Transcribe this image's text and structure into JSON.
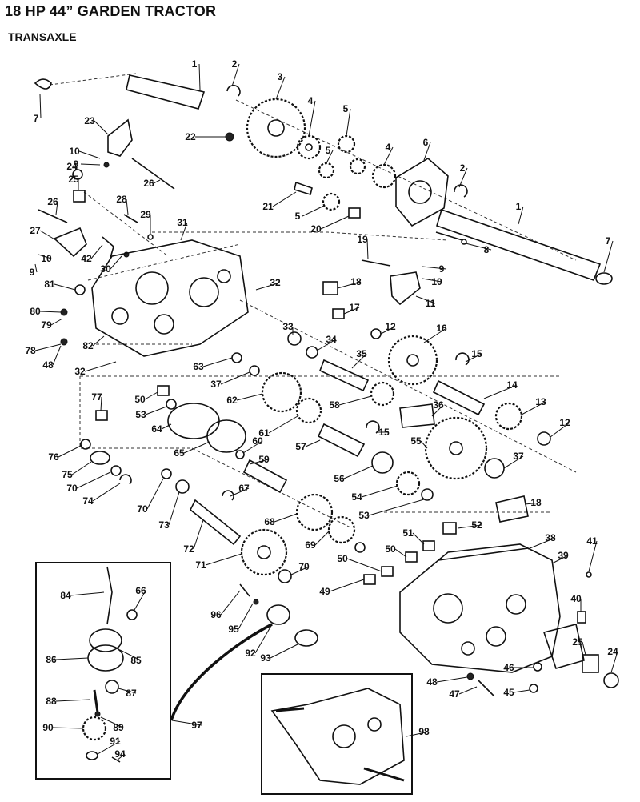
{
  "header": {
    "title": "18 HP 44” GARDEN TRACTOR",
    "subtitle": "TRANSAXLE"
  },
  "callouts": [
    {
      "id": "c1a",
      "label": "1"
    },
    {
      "id": "c2a",
      "label": "2"
    },
    {
      "id": "c3",
      "label": "3"
    },
    {
      "id": "c4a",
      "label": "4"
    },
    {
      "id": "c5a",
      "label": "5"
    },
    {
      "id": "c5b",
      "label": "5"
    },
    {
      "id": "c4b",
      "label": "4"
    },
    {
      "id": "c6",
      "label": "6"
    },
    {
      "id": "c7a",
      "label": "7"
    },
    {
      "id": "c23",
      "label": "23"
    },
    {
      "id": "c22",
      "label": "22"
    },
    {
      "id": "c10a",
      "label": "10"
    },
    {
      "id": "c9a",
      "label": "9"
    },
    {
      "id": "c24a",
      "label": "24"
    },
    {
      "id": "c25a",
      "label": "25"
    },
    {
      "id": "c26a",
      "label": "26"
    },
    {
      "id": "c26b",
      "label": "26"
    },
    {
      "id": "c28",
      "label": "28"
    },
    {
      "id": "c29",
      "label": "29"
    },
    {
      "id": "c21",
      "label": "21"
    },
    {
      "id": "c5c",
      "label": "5"
    },
    {
      "id": "c20",
      "label": "20"
    },
    {
      "id": "c2b",
      "label": "2"
    },
    {
      "id": "c1b",
      "label": "1"
    },
    {
      "id": "c8",
      "label": "8"
    },
    {
      "id": "c7b",
      "label": "7"
    },
    {
      "id": "c27",
      "label": "27"
    },
    {
      "id": "c31",
      "label": "31"
    },
    {
      "id": "c19",
      "label": "19"
    },
    {
      "id": "c9b",
      "label": "9"
    },
    {
      "id": "c10b",
      "label": "10"
    },
    {
      "id": "c10c",
      "label": "10"
    },
    {
      "id": "c9c",
      "label": "9"
    },
    {
      "id": "c42",
      "label": "42"
    },
    {
      "id": "c30",
      "label": "30"
    },
    {
      "id": "c81",
      "label": "81"
    },
    {
      "id": "c32a",
      "label": "32"
    },
    {
      "id": "c18a",
      "label": "18"
    },
    {
      "id": "c11",
      "label": "11"
    },
    {
      "id": "c80",
      "label": "80"
    },
    {
      "id": "c79",
      "label": "79"
    },
    {
      "id": "c17",
      "label": "17"
    },
    {
      "id": "c78",
      "label": "78"
    },
    {
      "id": "c82",
      "label": "82"
    },
    {
      "id": "c48a",
      "label": "48"
    },
    {
      "id": "c33",
      "label": "33"
    },
    {
      "id": "c12a",
      "label": "12"
    },
    {
      "id": "c16",
      "label": "16"
    },
    {
      "id": "c34",
      "label": "34"
    },
    {
      "id": "c35",
      "label": "35"
    },
    {
      "id": "c15a",
      "label": "15"
    },
    {
      "id": "c32b",
      "label": "32"
    },
    {
      "id": "c63",
      "label": "63"
    },
    {
      "id": "c37a",
      "label": "37"
    },
    {
      "id": "c62",
      "label": "62"
    },
    {
      "id": "c14",
      "label": "14"
    },
    {
      "id": "c77",
      "label": "77"
    },
    {
      "id": "c50a",
      "label": "50"
    },
    {
      "id": "c58",
      "label": "58"
    },
    {
      "id": "c36",
      "label": "36"
    },
    {
      "id": "c13",
      "label": "13"
    },
    {
      "id": "c53a",
      "label": "53"
    },
    {
      "id": "c64",
      "label": "64"
    },
    {
      "id": "c61",
      "label": "61"
    },
    {
      "id": "c15b",
      "label": "15"
    },
    {
      "id": "c12b",
      "label": "12"
    },
    {
      "id": "c60",
      "label": "60"
    },
    {
      "id": "c57",
      "label": "57"
    },
    {
      "id": "c55",
      "label": "55"
    },
    {
      "id": "c76",
      "label": "76"
    },
    {
      "id": "c65",
      "label": "65"
    },
    {
      "id": "c59",
      "label": "59"
    },
    {
      "id": "c37b",
      "label": "37"
    },
    {
      "id": "c75",
      "label": "75"
    },
    {
      "id": "c56",
      "label": "56"
    },
    {
      "id": "c70a",
      "label": "70"
    },
    {
      "id": "c74",
      "label": "74"
    },
    {
      "id": "c70b",
      "label": "70"
    },
    {
      "id": "c67",
      "label": "67"
    },
    {
      "id": "c54",
      "label": "54"
    },
    {
      "id": "c18b",
      "label": "18"
    },
    {
      "id": "c73",
      "label": "73"
    },
    {
      "id": "c53b",
      "label": "53"
    },
    {
      "id": "c68",
      "label": "68"
    },
    {
      "id": "c52",
      "label": "52"
    },
    {
      "id": "c72",
      "label": "72"
    },
    {
      "id": "c69",
      "label": "69"
    },
    {
      "id": "c51",
      "label": "51"
    },
    {
      "id": "c38",
      "label": "38"
    },
    {
      "id": "c50b",
      "label": "50"
    },
    {
      "id": "c41",
      "label": "41"
    },
    {
      "id": "c71",
      "label": "71"
    },
    {
      "id": "c39",
      "label": "39"
    },
    {
      "id": "c50c",
      "label": "50"
    },
    {
      "id": "c70c",
      "label": "70"
    },
    {
      "id": "c84",
      "label": "84"
    },
    {
      "id": "c66",
      "label": "66"
    },
    {
      "id": "c49",
      "label": "49"
    },
    {
      "id": "c40",
      "label": "40"
    },
    {
      "id": "c96",
      "label": "96"
    },
    {
      "id": "c95",
      "label": "95"
    },
    {
      "id": "c25b",
      "label": "25"
    },
    {
      "id": "c24b",
      "label": "24"
    },
    {
      "id": "c92",
      "label": "92"
    },
    {
      "id": "c93",
      "label": "93"
    },
    {
      "id": "c86",
      "label": "86"
    },
    {
      "id": "c85",
      "label": "85"
    },
    {
      "id": "c46",
      "label": "46"
    },
    {
      "id": "c48b",
      "label": "48"
    },
    {
      "id": "c87",
      "label": "87"
    },
    {
      "id": "c45",
      "label": "45"
    },
    {
      "id": "c47",
      "label": "47"
    },
    {
      "id": "c88",
      "label": "88"
    },
    {
      "id": "c97",
      "label": "97"
    },
    {
      "id": "c90",
      "label": "90"
    },
    {
      "id": "c89",
      "label": "89"
    },
    {
      "id": "c98",
      "label": "98"
    },
    {
      "id": "c91",
      "label": "91"
    },
    {
      "id": "c94",
      "label": "94"
    }
  ]
}
